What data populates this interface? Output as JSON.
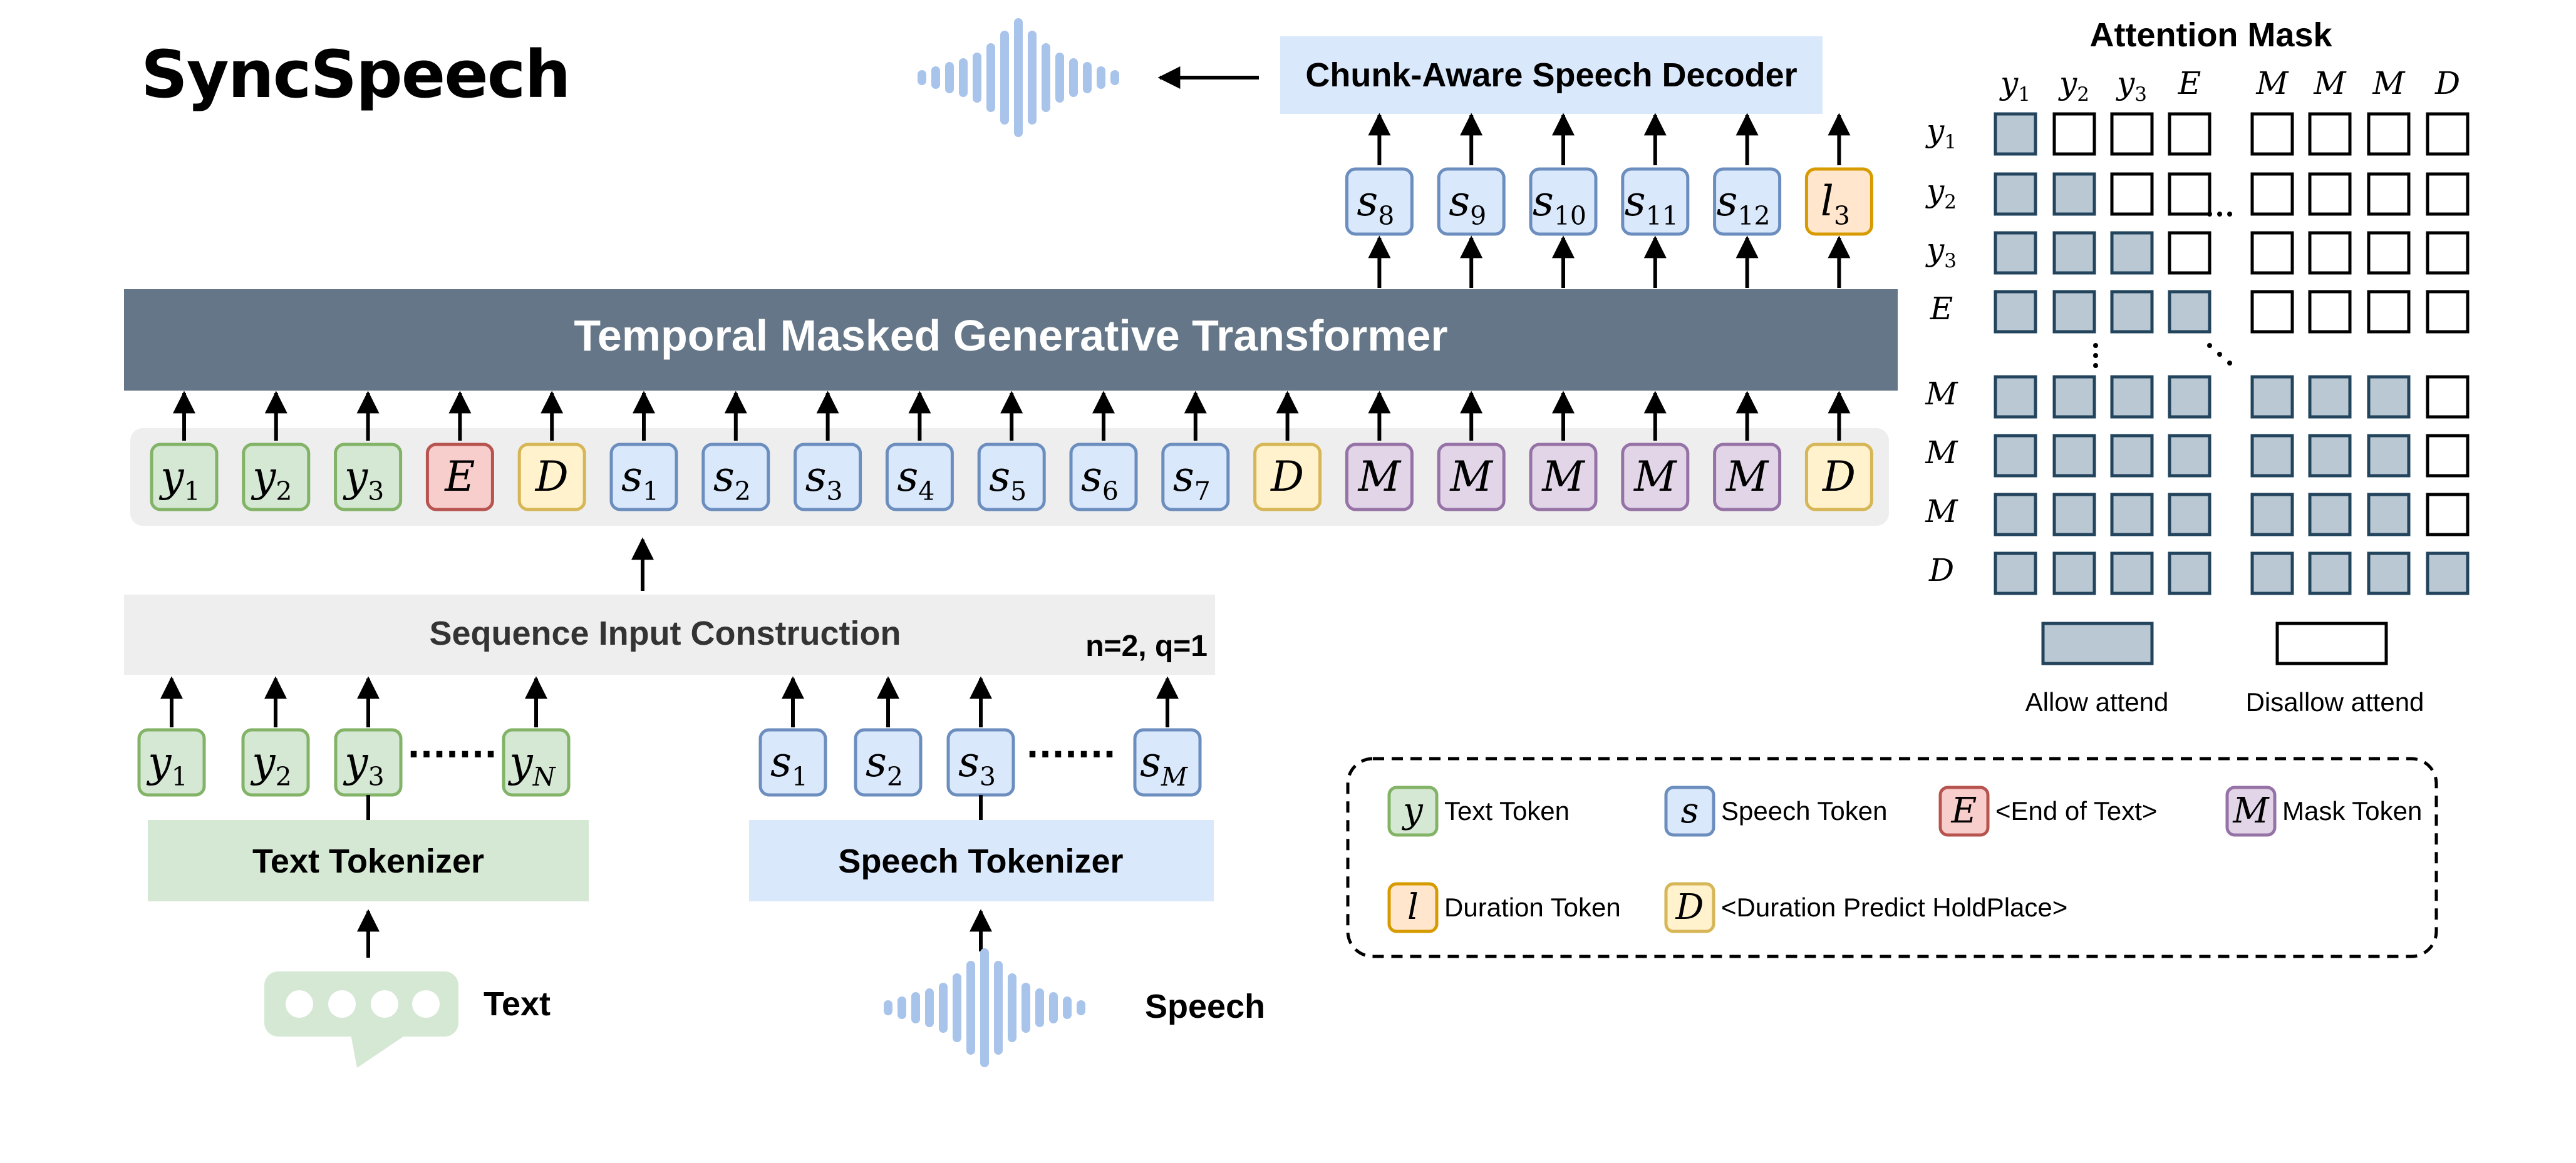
{
  "brand": {
    "title": "SyncSpeech"
  },
  "decoder": {
    "label": "Chunk-Aware Speech Decoder"
  },
  "transformer": {
    "label": "Temporal Masked Generative Transformer"
  },
  "sequence_input": {
    "label": "Sequence Input Construction",
    "params": "n=2, q=1"
  },
  "output_tokens": [
    {
      "base": "s",
      "sub": "8",
      "kind": "speech"
    },
    {
      "base": "s",
      "sub": "9",
      "kind": "speech"
    },
    {
      "base": "s",
      "sub": "10",
      "kind": "speech"
    },
    {
      "base": "s",
      "sub": "11",
      "kind": "speech"
    },
    {
      "base": "s",
      "sub": "12",
      "kind": "speech"
    },
    {
      "base": "l",
      "sub": "3",
      "kind": "duration"
    }
  ],
  "input_tokens": [
    {
      "base": "y",
      "sub": "1",
      "kind": "text"
    },
    {
      "base": "y",
      "sub": "2",
      "kind": "text"
    },
    {
      "base": "y",
      "sub": "3",
      "kind": "text"
    },
    {
      "base": "E",
      "sub": "",
      "kind": "end"
    },
    {
      "base": "D",
      "sub": "",
      "kind": "placeholder"
    },
    {
      "base": "s",
      "sub": "1",
      "kind": "speech"
    },
    {
      "base": "s",
      "sub": "2",
      "kind": "speech"
    },
    {
      "base": "s",
      "sub": "3",
      "kind": "speech"
    },
    {
      "base": "s",
      "sub": "4",
      "kind": "speech"
    },
    {
      "base": "s",
      "sub": "5",
      "kind": "speech"
    },
    {
      "base": "s",
      "sub": "6",
      "kind": "speech"
    },
    {
      "base": "s",
      "sub": "7",
      "kind": "speech"
    },
    {
      "base": "D",
      "sub": "",
      "kind": "placeholder"
    },
    {
      "base": "M",
      "sub": "",
      "kind": "mask"
    },
    {
      "base": "M",
      "sub": "",
      "kind": "mask"
    },
    {
      "base": "M",
      "sub": "",
      "kind": "mask"
    },
    {
      "base": "M",
      "sub": "",
      "kind": "mask"
    },
    {
      "base": "M",
      "sub": "",
      "kind": "mask"
    },
    {
      "base": "D",
      "sub": "",
      "kind": "placeholder"
    }
  ],
  "text_branch": {
    "tokens": [
      {
        "base": "y",
        "sub": "1"
      },
      {
        "base": "y",
        "sub": "2"
      },
      {
        "base": "y",
        "sub": "3"
      },
      {
        "base": "y",
        "sub": "N"
      }
    ],
    "ellipsis": "·······",
    "tokenizer_label": "Text Tokenizer",
    "input_label": "Text"
  },
  "speech_branch": {
    "tokens": [
      {
        "base": "s",
        "sub": "1"
      },
      {
        "base": "s",
        "sub": "2"
      },
      {
        "base": "s",
        "sub": "3"
      },
      {
        "base": "s",
        "sub": "M"
      }
    ],
    "ellipsis": "·······",
    "tokenizer_label": "Speech Tokenizer",
    "input_label": "Speech"
  },
  "attention_mask": {
    "title": "Attention Mask",
    "col_labels": [
      {
        "base": "y",
        "sub": "1"
      },
      {
        "base": "y",
        "sub": "2"
      },
      {
        "base": "y",
        "sub": "3"
      },
      {
        "base": "E",
        "sub": ""
      },
      {
        "base": "M",
        "sub": ""
      },
      {
        "base": "M",
        "sub": ""
      },
      {
        "base": "M",
        "sub": ""
      },
      {
        "base": "D",
        "sub": ""
      }
    ],
    "row_labels": [
      {
        "base": "y",
        "sub": "1"
      },
      {
        "base": "y",
        "sub": "2"
      },
      {
        "base": "y",
        "sub": "3"
      },
      {
        "base": "E",
        "sub": ""
      },
      {
        "base": "M",
        "sub": ""
      },
      {
        "base": "M",
        "sub": ""
      },
      {
        "base": "M",
        "sub": ""
      },
      {
        "base": "D",
        "sub": ""
      }
    ],
    "matrix": [
      [
        1,
        0,
        0,
        0,
        0,
        0,
        0,
        0
      ],
      [
        1,
        1,
        0,
        0,
        0,
        0,
        0,
        0
      ],
      [
        1,
        1,
        1,
        0,
        0,
        0,
        0,
        0
      ],
      [
        1,
        1,
        1,
        1,
        0,
        0,
        0,
        0
      ],
      [
        1,
        1,
        1,
        1,
        1,
        1,
        1,
        0
      ],
      [
        1,
        1,
        1,
        1,
        1,
        1,
        1,
        0
      ],
      [
        1,
        1,
        1,
        1,
        1,
        1,
        1,
        0
      ],
      [
        1,
        1,
        1,
        1,
        1,
        1,
        1,
        1
      ]
    ],
    "allow_label": "Allow attend",
    "disallow_label": "Disallow attend"
  },
  "legend": [
    {
      "symbol": "y",
      "label": "Text Token",
      "kind": "text"
    },
    {
      "symbol": "s",
      "label": "Speech Token",
      "kind": "speech"
    },
    {
      "symbol": "E",
      "label": "<End of Text>",
      "kind": "end"
    },
    {
      "symbol": "M",
      "label": "Mask Token",
      "kind": "mask"
    },
    {
      "symbol": "l",
      "label": "Duration Token",
      "kind": "duration"
    },
    {
      "symbol": "D",
      "label": "<Duration Predict HoldPlace>",
      "kind": "placeholder"
    }
  ],
  "colors": {
    "text": {
      "fill": "#d5e8d4",
      "stroke": "#82b366"
    },
    "speech": {
      "fill": "#dae8fc",
      "stroke": "#6c8ebf"
    },
    "end": {
      "fill": "#f8cecc",
      "stroke": "#b85450"
    },
    "placeholder": {
      "fill": "#fff2cc",
      "stroke": "#d6b656"
    },
    "mask": {
      "fill": "#e1d5e7",
      "stroke": "#9673a6"
    },
    "duration": {
      "fill": "#ffe6cc",
      "stroke": "#d79b00"
    },
    "transformer": "#647687",
    "token_strip": "#eeeeee",
    "seq_bar": "#eeeeee",
    "text_tok_bar": "#d5e8d4",
    "speech_tok_bar": "#dae8fc",
    "decoder_bar": "#dae8fc",
    "attend_fill": "#bac8d3",
    "attend_stroke": "#23445d",
    "wave": "#a9c4eb",
    "bubble": "#d5e8d4"
  }
}
